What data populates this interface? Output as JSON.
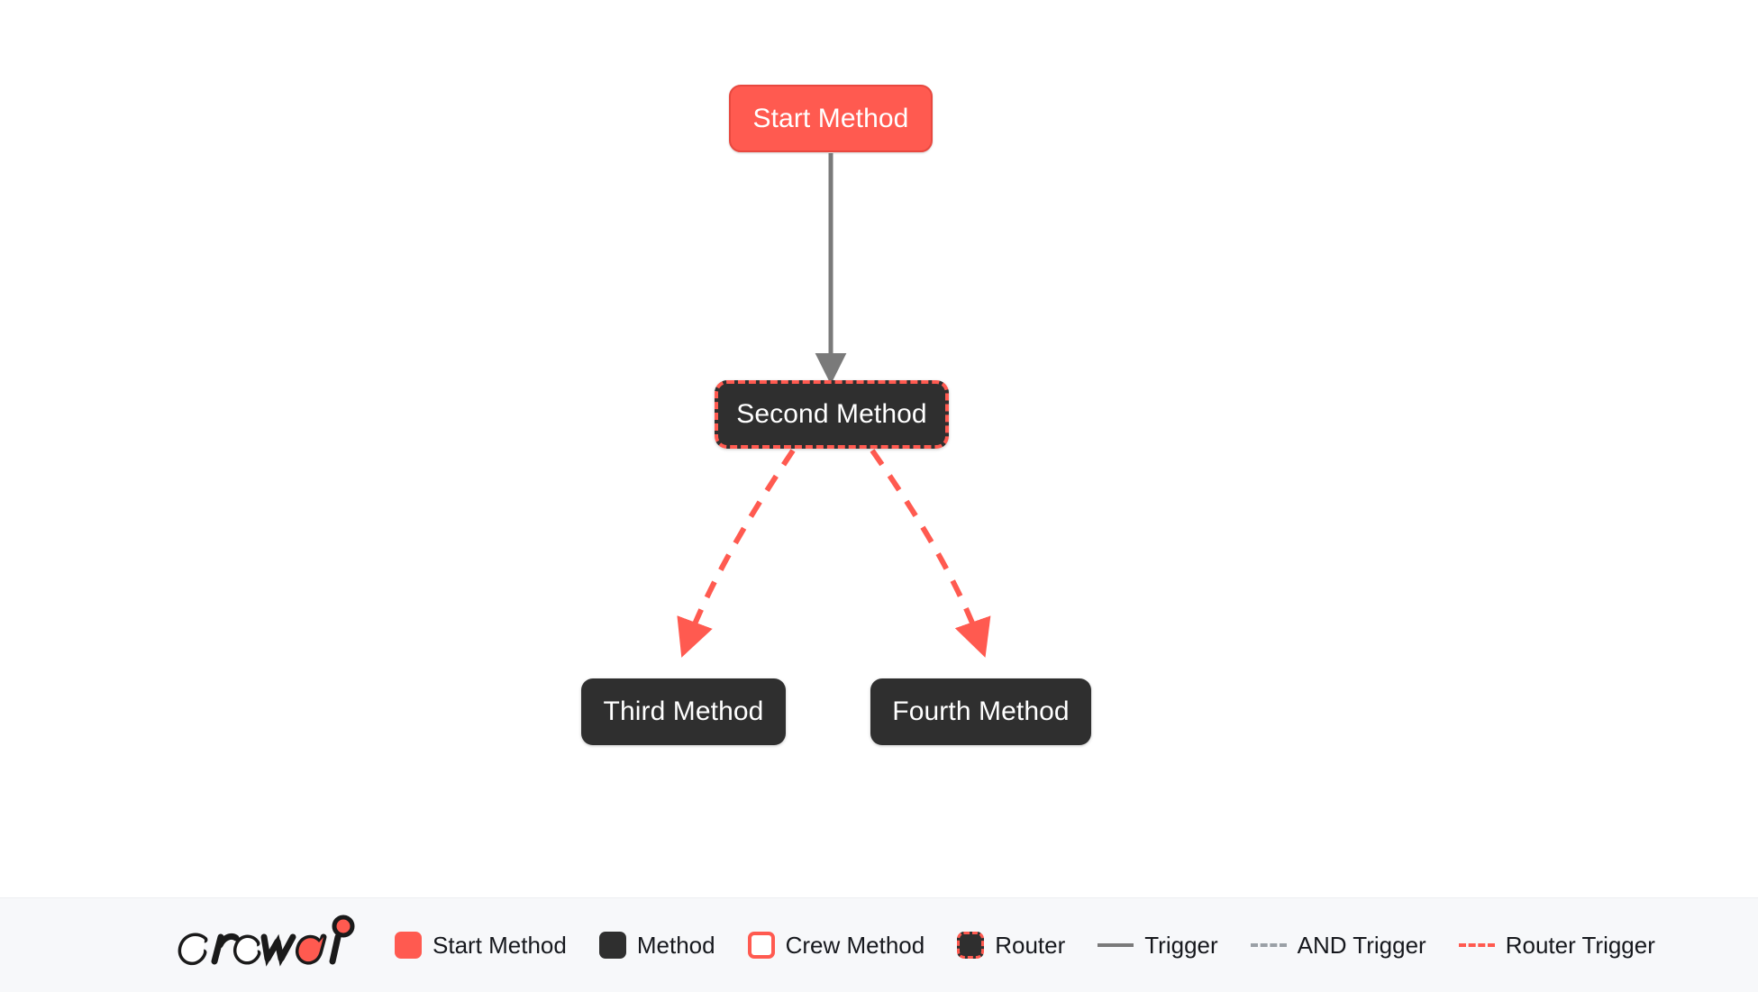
{
  "flow": {
    "nodes": [
      {
        "id": "start",
        "label": "Start Method",
        "type": "start-method"
      },
      {
        "id": "second",
        "label": "Second Method",
        "type": "router"
      },
      {
        "id": "third",
        "label": "Third Method",
        "type": "method"
      },
      {
        "id": "fourth",
        "label": "Fourth Method",
        "type": "method"
      }
    ],
    "edges": [
      {
        "from": "start",
        "to": "third",
        "kind": "trigger"
      },
      {
        "from": "second",
        "to": "third",
        "kind": "router-trigger"
      },
      {
        "from": "second",
        "to": "fourth",
        "kind": "router-trigger"
      }
    ]
  },
  "legend": {
    "logo_text_primary": "crew",
    "logo_text_accent": "ai",
    "items": [
      {
        "label": "Start Method",
        "marker": "swatch-start-method"
      },
      {
        "label": "Method",
        "marker": "swatch-method"
      },
      {
        "label": "Crew Method",
        "marker": "swatch-crew-method"
      },
      {
        "label": "Router",
        "marker": "swatch-router"
      },
      {
        "label": "Trigger",
        "marker": "line-trigger"
      },
      {
        "label": "AND Trigger",
        "marker": "line-and-trigger"
      },
      {
        "label": "Router Trigger",
        "marker": "line-router-trigger"
      }
    ]
  },
  "colors": {
    "accent_red": "#FF5A50",
    "node_dark": "#2F2F2F",
    "trigger_gray": "#7A7A7A",
    "and_trigger_gray": "#9AA0A6",
    "canvas_bg": "#FFFFFF",
    "legend_bg": "#F7F8FA"
  }
}
